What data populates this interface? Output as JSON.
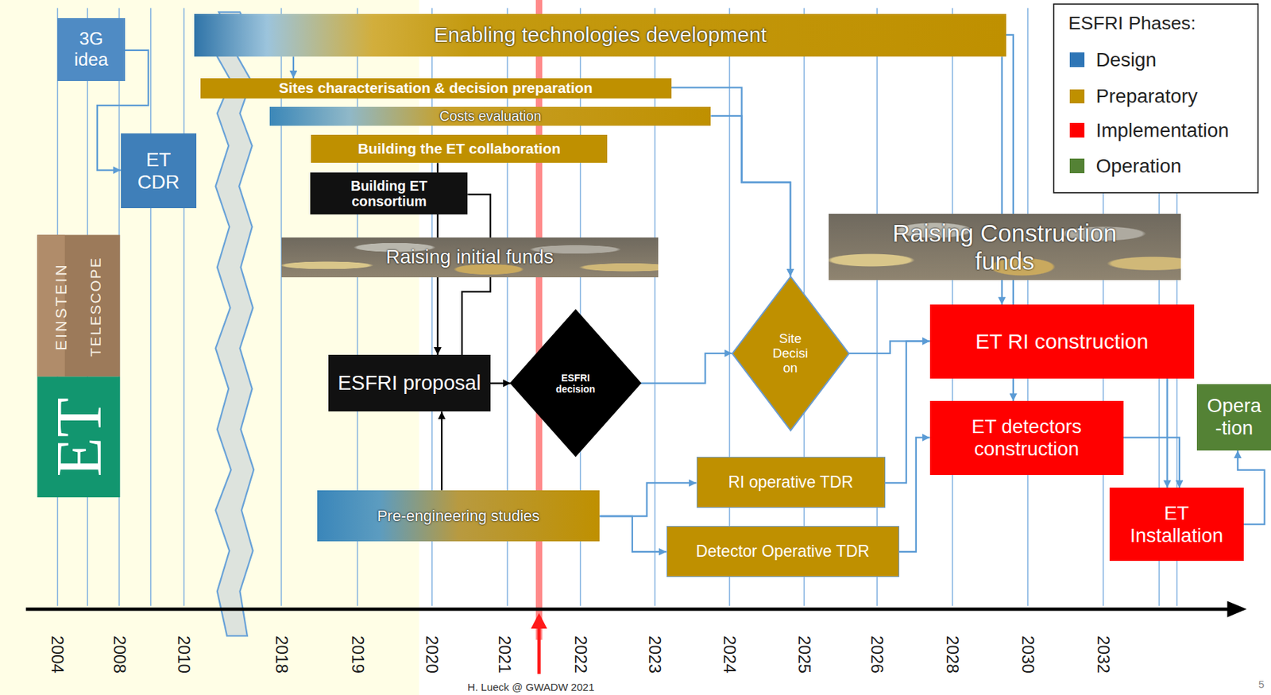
{
  "diagram": {
    "nodes": [
      {
        "text": [
          "3G idea"
        ]
      },
      {
        "text": [
          "ET CDR"
        ]
      },
      {
        "text": [
          "Enabling technologies development"
        ]
      },
      {
        "text": [
          "Sites characterisation & decision preparation"
        ]
      },
      {
        "text": [
          "Costs evaluation"
        ]
      },
      {
        "text": [
          "Building the ET collaboration"
        ]
      },
      {
        "text": [
          "Building ET consortium"
        ]
      },
      {
        "text": [
          "Raising initial funds"
        ]
      },
      {
        "text": [
          "ESFRI proposal"
        ]
      },
      {
        "text": [
          "ESFRI decision"
        ]
      },
      {
        "text": [
          "Pre-engineering studies"
        ]
      },
      {
        "text": [
          "Site Decisi on"
        ]
      },
      {
        "text": [
          "Raising Construction funds"
        ]
      },
      {
        "text": [
          "ET RI construction"
        ]
      },
      {
        "text": [
          "RI operative TDR"
        ]
      },
      {
        "text": [
          "Detector Operative TDR"
        ]
      },
      {
        "text": [
          "ET detectors construction"
        ]
      },
      {
        "text": [
          "Opera -tion"
        ]
      },
      {
        "text": [
          "ET Installation"
        ]
      }
    ],
    "edges": [
      {
        "from": 0,
        "to": 1,
        "arrow": "to"
      },
      {
        "from": 2,
        "to": 3,
        "arrow": "to"
      },
      {
        "from": 3,
        "to": 11,
        "arrow": "to"
      },
      {
        "from": 4,
        "to": 11,
        "arrow": "to"
      },
      {
        "from": 5,
        "to": 8,
        "arrow": "to"
      },
      {
        "from": 6,
        "to": 8,
        "arrow": "none"
      },
      {
        "from": 10,
        "to": 8,
        "arrow": "to"
      },
      {
        "from": 8,
        "to": 9,
        "arrow": "to"
      },
      {
        "from": 9,
        "to": 11,
        "arrow": "to"
      },
      {
        "from": 10,
        "to": 14,
        "arrow": "to"
      },
      {
        "from": 10,
        "to": 15,
        "arrow": "to"
      },
      {
        "from": 11,
        "to": 13,
        "arrow": "to"
      },
      {
        "from": 14,
        "to": 13,
        "arrow": "to"
      },
      {
        "from": 15,
        "to": 16,
        "arrow": "to"
      },
      {
        "from": 2,
        "to": 13,
        "arrow": "to"
      },
      {
        "from": 2,
        "to": 16,
        "arrow": "to"
      },
      {
        "from": 13,
        "to": 18,
        "arrow": "to"
      },
      {
        "from": 16,
        "to": 18,
        "arrow": "to"
      },
      {
        "from": 18,
        "to": 17,
        "arrow": "to"
      }
    ],
    "labels": [
      "ESFRI Phases:",
      "EINSTEIN",
      "TELESCOPE",
      "ET",
      "2004",
      "2008",
      "2010",
      "2018",
      "2019",
      "2020",
      "2021",
      "2022",
      "2023",
      "2024",
      "2025",
      "2026",
      "2028",
      "2030",
      "2032",
      "H. Lueck @ GWADW 2021",
      "5"
    ],
    "legend": [
      {
        "text": "Design",
        "color": "#2e75b6"
      },
      {
        "text": "Preparatory",
        "color": "#bf9000"
      },
      {
        "text": "Implementation",
        "color": "#ff0000"
      },
      {
        "text": "Operation",
        "color": "#548235"
      }
    ]
  }
}
